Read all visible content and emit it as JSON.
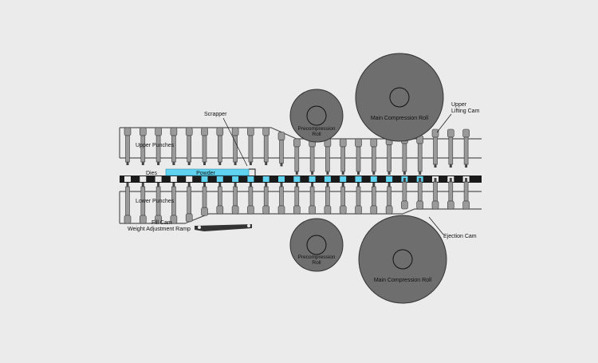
{
  "diagram": {
    "labels": {
      "scrapper": "Scrapper",
      "upper_punches": "Upper Punches",
      "dies": "Dies",
      "powder": "Powder",
      "lower_punches": "Lower Punches",
      "fill_cam": "Fill Cam",
      "weight_adjustment_ramp": "Weight Adjustment Ramp",
      "precompression_roll_top_1": "Precompression",
      "precompression_roll_top_2": "Roll",
      "precompression_roll_bottom_1": "Precompression",
      "precompression_roll_bottom_2": "Roll",
      "main_compression_roll_top": "Main Compression Roll",
      "main_compression_roll_bottom": "Main Compression Roll",
      "upper_lifting_cam_1": "Upper",
      "upper_lifting_cam_2": "Lifting Cam",
      "ejection_cam": "Ejection Cam"
    },
    "colors": {
      "background": "#ebebeb",
      "roll": "#6e6e6e",
      "punch": "#9a9a9a",
      "punch_edge": "#3a3a3a",
      "track": "#555555",
      "powder": "#5fd3f0",
      "die_table": "#1a1a1a",
      "ramp": "#333333"
    }
  }
}
